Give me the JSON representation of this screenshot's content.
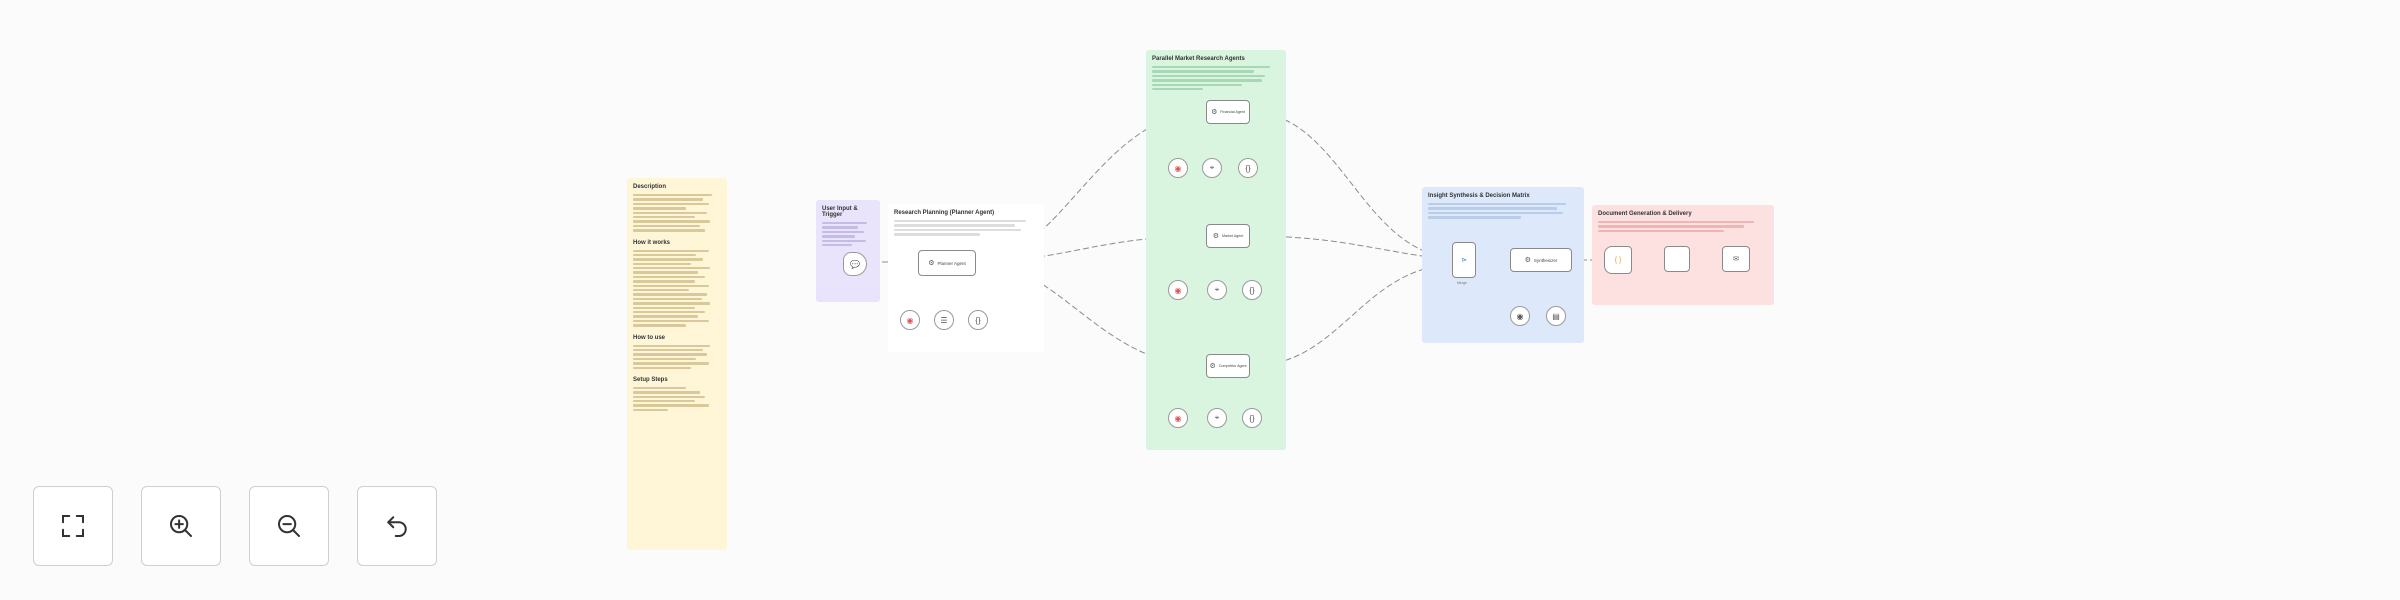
{
  "workflow": {
    "description_note": {
      "title": "Description",
      "section_how": "How it works",
      "section_use": "How to use",
      "section_setup": "Setup Steps"
    },
    "user_input_note": {
      "title": "User Input & Trigger"
    },
    "planning_note": {
      "title": "Research Planning (Planner Agent)"
    },
    "parallel_note": {
      "title": "Parallel Market Research Agents"
    },
    "synthesis_note": {
      "title": "Insight Synthesis & Decision Matrix"
    },
    "generation_note": {
      "title": "Document Generation & Delivery"
    },
    "nodes": {
      "planner": {
        "label": "Planner Agent",
        "icon": "robot-icon"
      },
      "agent_top": {
        "label": "Financial Agent",
        "icon": "robot-icon"
      },
      "agent_mid": {
        "label": "Market Agent",
        "icon": "robot-icon"
      },
      "agent_bot": {
        "label": "Competitor Agent",
        "icon": "robot-icon"
      },
      "merge": {
        "label": "Merge",
        "icon": "merge-icon"
      },
      "synthesizer": {
        "label": "Synthesizer",
        "icon": "robot-icon"
      }
    }
  },
  "controls": {
    "fit_view": "fit-view-icon",
    "zoom_in": "zoom-in-icon",
    "zoom_out": "zoom-out-icon",
    "reset": "undo-icon"
  },
  "colors": {
    "yellow_note": "#fff6d8",
    "purple_note": "#e9e4fb",
    "green_note": "#d9f5e0",
    "blue_note": "#dde9fb",
    "pink_note": "#fde0e0",
    "tool_red": "#e05252"
  }
}
